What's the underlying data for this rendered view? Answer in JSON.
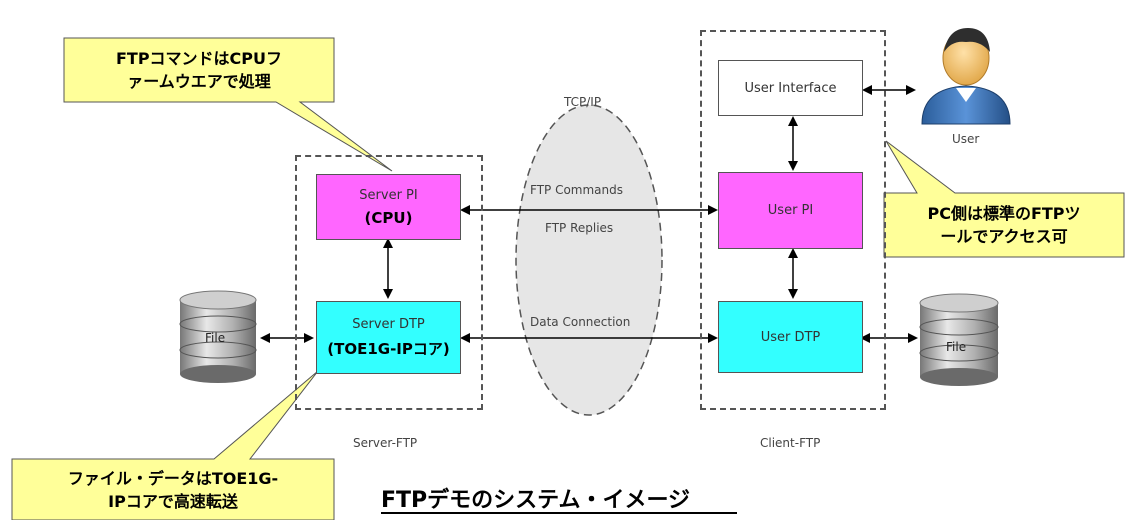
{
  "callouts": {
    "cpu": [
      "FTPコマンドはCPUフ",
      "ァームウエアで処理"
    ],
    "pc": [
      "PC側は標準のFTPツ",
      "ールでアクセス可"
    ],
    "toe": [
      "ファイル・データはTOE1G-",
      "IPコアで高速転送"
    ]
  },
  "server": {
    "pi_label": "Server PI",
    "pi_note": "(CPU)",
    "dtp_label": "Server DTP",
    "dtp_note": "(TOE1G-IPコア)",
    "group_label": "Server-FTP"
  },
  "client": {
    "ui_label": "User Interface",
    "pi_label": "User PI",
    "dtp_label": "User DTP",
    "group_label": "Client-FTP"
  },
  "network": {
    "title": "TCP/IP",
    "commands": "FTP Commands",
    "replies": "FTP Replies",
    "data_connection": "Data Connection"
  },
  "file_label": "File",
  "user_label": "User",
  "caption": "FTPデモのシステム・イメージ",
  "colors": {
    "pi": "#ff66ff",
    "dtp": "#33ffff",
    "callout": "#ffff99",
    "ellipse": "#e6e6e6"
  }
}
